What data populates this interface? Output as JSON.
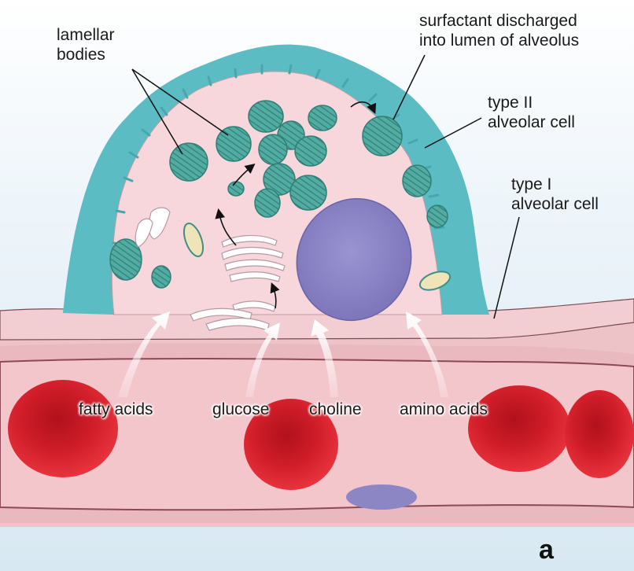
{
  "labels": {
    "lamellar_bodies": "lamellar\nbodies",
    "surfactant": "surfactant discharged\ninto lumen of alveolus",
    "type2": "type II\nalveolar cell",
    "type1": "type I\nalveolar cell",
    "fatty_acids": "fatty acids",
    "glucose": "glucose",
    "choline": "choline",
    "amino_acids": "amino acids",
    "panel_letter": "a"
  },
  "colors": {
    "lumen_blue": "#dceaf3",
    "surface_teal": "#5bbcc4",
    "cytoplasm_pink": "#f7d7dc",
    "lamellar_body": "#4eaaa0",
    "nucleus": "#8c86c4",
    "red_blood_cell": "#d41f2b",
    "capillary_lumen": "#f3c6cc",
    "tissue_pink": "#eec3c8"
  }
}
